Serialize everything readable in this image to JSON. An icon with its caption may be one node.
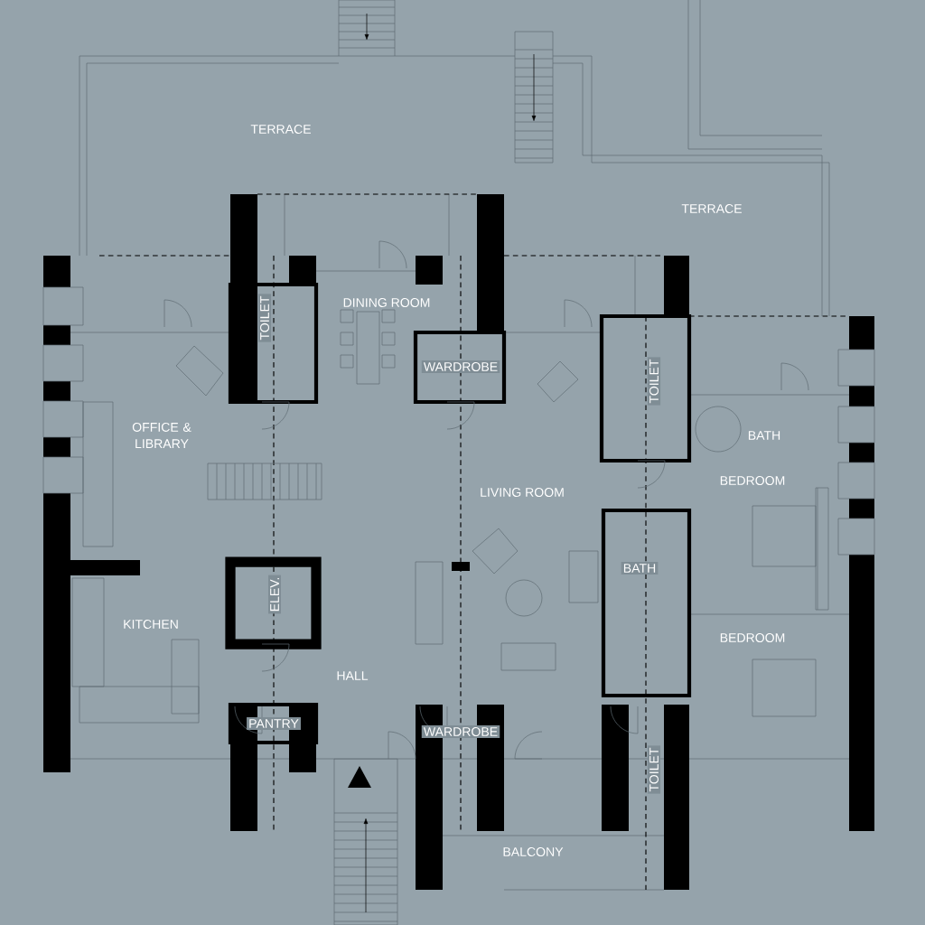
{
  "diagram": {
    "labels": [
      "TERRACE",
      "TERRACE",
      "DINING ROOM",
      "TOILET",
      "WARDROBE",
      "TOILET",
      "OFFICE & LIBRARY",
      "BATH",
      "BEDROOM",
      "LIVING ROOM",
      "BATH",
      "ELEV.",
      "KITCHEN",
      "BEDROOM",
      "HALL",
      "PANTRY",
      "WARDROBE",
      "TOILET",
      "BALCONY"
    ]
  }
}
